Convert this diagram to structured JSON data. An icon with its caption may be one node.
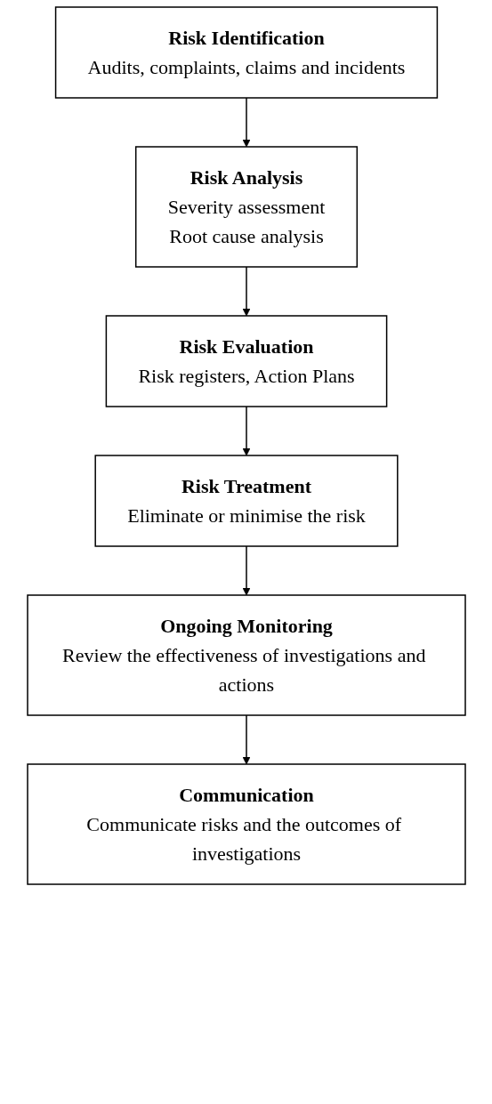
{
  "diagram": {
    "nodes": [
      {
        "text": [
          "Risk Identification",
          "Audits, complaints, claims and incidents"
        ]
      },
      {
        "text": [
          "Risk Analysis",
          "Severity assessment",
          "Root cause analysis"
        ]
      },
      {
        "text": [
          "Risk Evaluation",
          "Risk registers, Action Plans"
        ]
      },
      {
        "text": [
          "Risk Treatment",
          "Eliminate or minimise the risk"
        ]
      },
      {
        "text": [
          "Ongoing Monitoring",
          "Review the effectiveness of investigations and actions"
        ]
      },
      {
        "text": [
          "Communication",
          "Communicate risks and the outcomes of investigations"
        ]
      }
    ],
    "edges": [
      {
        "from": 0,
        "to": 1,
        "arrow": "to"
      },
      {
        "from": 1,
        "to": 2,
        "arrow": "to"
      },
      {
        "from": 2,
        "to": 3,
        "arrow": "to"
      },
      {
        "from": 3,
        "to": 4,
        "arrow": "to"
      },
      {
        "from": 4,
        "to": 5,
        "arrow": "to"
      }
    ]
  }
}
